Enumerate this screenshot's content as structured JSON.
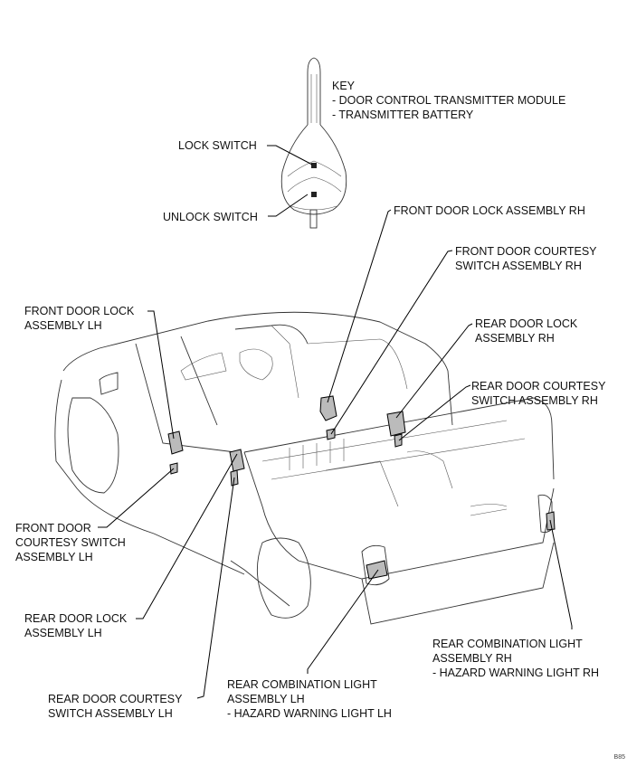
{
  "diagram": {
    "title_labels": {
      "key": {
        "lines": [
          "KEY",
          "- DOOR CONTROL TRANSMITTER MODULE",
          "- TRANSMITTER BATTERY"
        ]
      },
      "lock_switch": "LOCK SWITCH",
      "unlock_switch": "UNLOCK SWITCH"
    },
    "callouts": [
      {
        "id": "front-door-lock-rh",
        "lines": [
          "FRONT DOOR LOCK ASSEMBLY RH"
        ]
      },
      {
        "id": "front-door-courtesy-switch-rh",
        "lines": [
          "FRONT DOOR COURTESY",
          "SWITCH ASSEMBLY RH"
        ]
      },
      {
        "id": "rear-door-lock-rh",
        "lines": [
          "REAR DOOR LOCK",
          "ASSEMBLY RH"
        ]
      },
      {
        "id": "rear-door-courtesy-switch-rh",
        "lines": [
          "REAR DOOR COURTESY",
          "SWITCH ASSEMBLY RH"
        ]
      },
      {
        "id": "front-door-lock-lh",
        "lines": [
          "FRONT DOOR LOCK",
          "ASSEMBLY LH"
        ]
      },
      {
        "id": "front-door-courtesy-switch-lh",
        "lines": [
          "FRONT DOOR",
          "COURTESY SWITCH",
          "ASSEMBLY LH"
        ]
      },
      {
        "id": "rear-door-lock-lh",
        "lines": [
          "REAR DOOR LOCK",
          "ASSEMBLY LH"
        ]
      },
      {
        "id": "rear-door-courtesy-switch-lh",
        "lines": [
          "REAR DOOR COURTESY",
          "SWITCH ASSEMBLY LH"
        ]
      },
      {
        "id": "rear-combination-light-lh",
        "lines": [
          "REAR COMBINATION LIGHT",
          "ASSEMBLY LH",
          "- HAZARD WARNING LIGHT LH"
        ]
      },
      {
        "id": "rear-combination-light-rh",
        "lines": [
          "REAR COMBINATION LIGHT",
          "ASSEMBLY RH",
          "- HAZARD WARNING LIGHT RH"
        ]
      }
    ],
    "figure_code": "B85"
  }
}
